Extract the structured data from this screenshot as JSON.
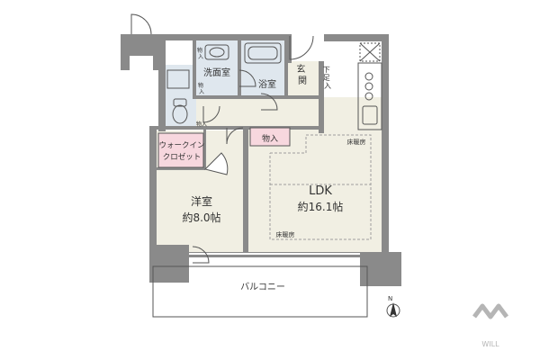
{
  "colors": {
    "wall": "#8a8a8a",
    "floor_main": "#f1efe3",
    "floor_wet": "#dfe7ee",
    "closet": "#f7d7de",
    "balcony": "#ffffff",
    "line": "#555555",
    "heating_line": "#9e9e9e",
    "logo": "#b5b5b5"
  },
  "rooms": {
    "wash_room": "洗面室",
    "bath": "浴室",
    "entrance": "玄関",
    "shoe_box": "下足入",
    "walk_in_closet_l1": "ウォークイン",
    "walk_in_closet_l2": "クロゼット",
    "storage": "物入",
    "western_room": "洋室",
    "western_room_size": "約8.0帖",
    "ldk": "LDK",
    "ldk_size": "約16.1帖",
    "floor_heating": "床暖房",
    "balcony": "バルコニー"
  },
  "small_storage": [
    "物入",
    "物入",
    "物入"
  ],
  "compass": {
    "label": "N",
    "icon": "north-arrow-icon"
  },
  "logo": {
    "text": "WILL",
    "icon": "will-logo-icon"
  }
}
